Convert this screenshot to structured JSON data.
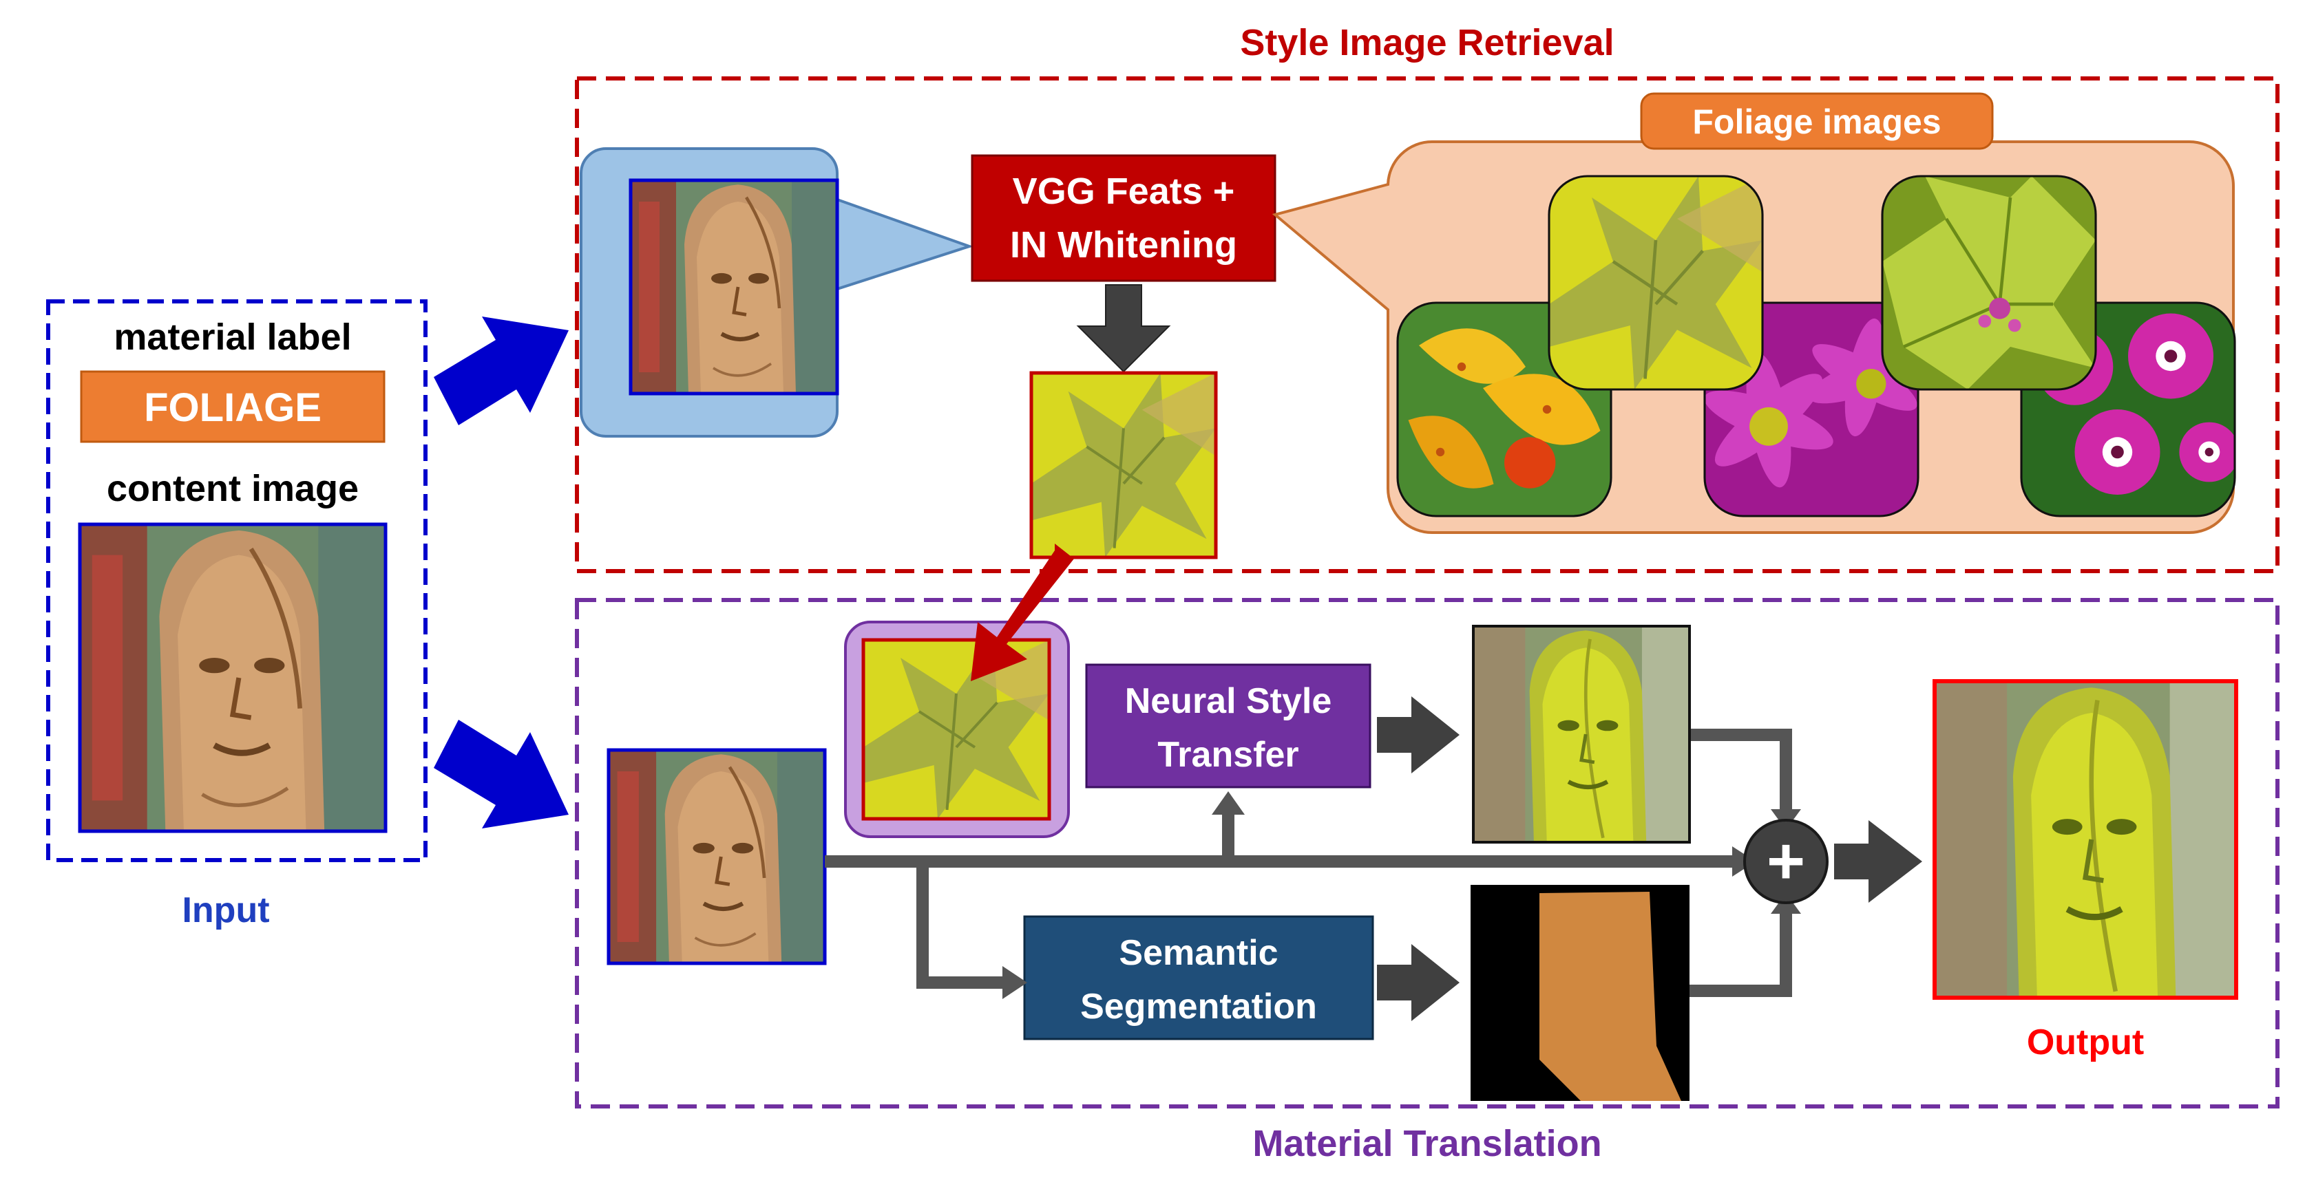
{
  "sections": {
    "retrieval_title": "Style Image Retrieval",
    "translation_title": "Material Translation",
    "input_caption": "Input",
    "output_caption": "Output"
  },
  "input": {
    "material_label_heading": "material label",
    "material_label_value": "FOLIAGE",
    "content_image_heading": "content image"
  },
  "retrieval": {
    "vgg_line1": "VGG Feats +",
    "vgg_line2": "IN Whitening",
    "foliage_images_label": "Foliage images"
  },
  "translation": {
    "nst_line1": "Neural Style",
    "nst_line2": "Transfer",
    "seg_line1": "Semantic",
    "seg_line2": "Segmentation",
    "combine_symbol": "+"
  },
  "colors": {
    "retrieval_border": "#c00000",
    "translation_border": "#7030a0",
    "input_border": "#0000cc",
    "input_caption": "#1f3fbf",
    "output_caption": "#ff0000",
    "vgg_box": "#c00000",
    "nst_box": "#7030a0",
    "seg_box": "#1f4e79",
    "foliage_panel": "#f8cbad",
    "foliage_label": "#ed7d31",
    "label_box": "#ed7d31",
    "big_arrow": "#0000cc",
    "gray_arrow": "#404040",
    "red_arrow": "#c00000",
    "mask_fg": "#d08840"
  }
}
